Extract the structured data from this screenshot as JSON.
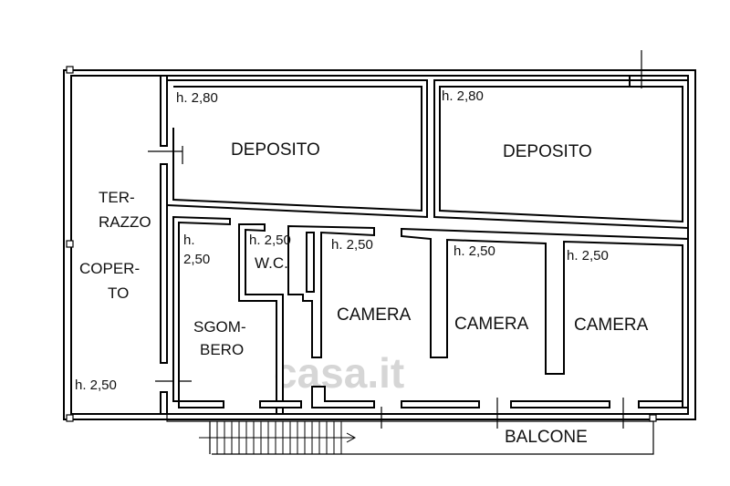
{
  "rooms": {
    "deposito_left": "DEPOSITO",
    "deposito_right": "DEPOSITO",
    "terrazzo_1": "TER-",
    "terrazzo_2": "RAZZO",
    "terrazzo_3": "COPER-",
    "terrazzo_4": "TO",
    "wc": "W.C.",
    "sgombero_1": "SGOM-",
    "sgombero_2": "BERO",
    "camera_1": "CAMERA",
    "camera_2": "CAMERA",
    "camera_3": "CAMERA",
    "balcone": "BALCONE"
  },
  "heights": {
    "deposito_left": "h. 2,80",
    "deposito_right": "h. 2,80",
    "sgombero_line1": "h.",
    "sgombero_line2": "2,50",
    "wc": "h. 2,50",
    "camera_1": "h. 2,50",
    "camera_2": "h. 2,50",
    "camera_3": "h. 2,50",
    "terrazzo": "h. 2,50"
  },
  "watermark": "casa.it"
}
